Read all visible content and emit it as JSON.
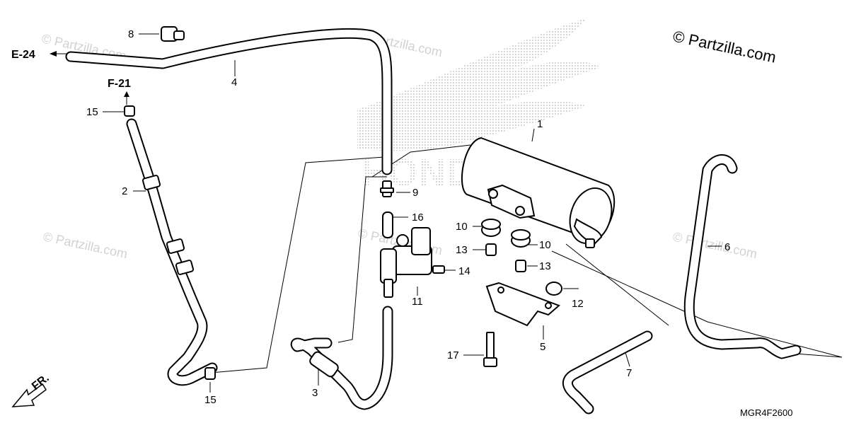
{
  "watermark": {
    "text": "© Partzilla.com",
    "copyright": "© Partzilla.com",
    "brand_text": "HONDA"
  },
  "diagram_code": "MGR4F2600",
  "references": [
    {
      "id": "ref-e24",
      "text": "E-24"
    },
    {
      "id": "ref-f21",
      "text": "F-21"
    }
  ],
  "direction_label": "FR.",
  "callouts": [
    {
      "id": "c1",
      "text": "1"
    },
    {
      "id": "c2",
      "text": "2"
    },
    {
      "id": "c3",
      "text": "3"
    },
    {
      "id": "c4",
      "text": "4"
    },
    {
      "id": "c5",
      "text": "5"
    },
    {
      "id": "c6",
      "text": "6"
    },
    {
      "id": "c7",
      "text": "7"
    },
    {
      "id": "c8",
      "text": "8"
    },
    {
      "id": "c9",
      "text": "9"
    },
    {
      "id": "c10a",
      "text": "10"
    },
    {
      "id": "c10b",
      "text": "10"
    },
    {
      "id": "c11",
      "text": "11"
    },
    {
      "id": "c12",
      "text": "12"
    },
    {
      "id": "c13a",
      "text": "13"
    },
    {
      "id": "c13b",
      "text": "13"
    },
    {
      "id": "c14",
      "text": "14"
    },
    {
      "id": "c15a",
      "text": "15"
    },
    {
      "id": "c15b",
      "text": "15"
    },
    {
      "id": "c16",
      "text": "16"
    },
    {
      "id": "c17",
      "text": "17"
    }
  ]
}
